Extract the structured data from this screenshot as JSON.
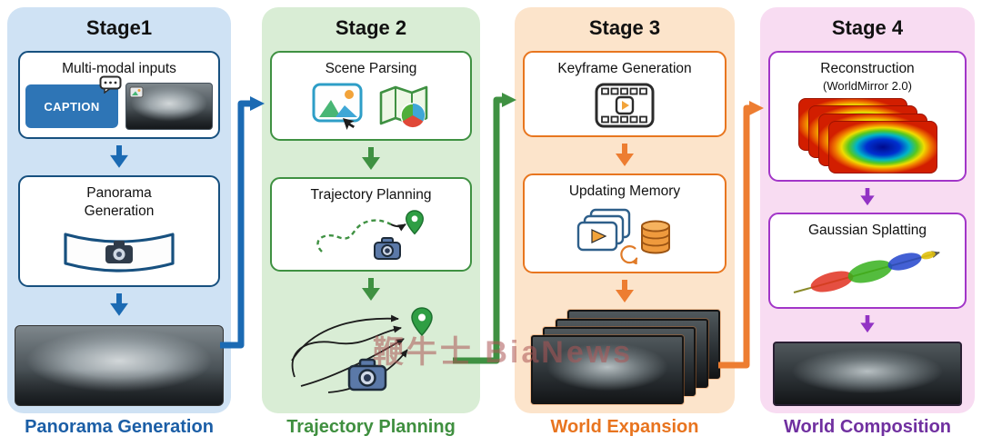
{
  "watermark": "鞭牛士 BiaNews",
  "stages": [
    {
      "title": "Stage1",
      "caption": "Panorama Generation",
      "accent": "#1b6ab3",
      "panel_bg": "#cfe2f4",
      "inputs_box": {
        "title": "Multi-modal inputs",
        "caption_label": "CAPTION"
      },
      "panorama_box": {
        "title": "Panorama Generation"
      }
    },
    {
      "title": "Stage 2",
      "caption": "Trajectory Planning",
      "accent": "#3f9142",
      "panel_bg": "#d9edd5",
      "scene_box": {
        "title": "Scene Parsing"
      },
      "trajectory_box": {
        "title": "Trajectory Planning"
      }
    },
    {
      "title": "Stage 3",
      "caption": "World Expansion",
      "accent": "#ed7d31",
      "panel_bg": "#fce4cb",
      "keyframe_box": {
        "title": "Keyframe Generation"
      },
      "memory_box": {
        "title": "Updating Memory"
      }
    },
    {
      "title": "Stage 4",
      "caption": "World Composition",
      "accent": "#9233c4",
      "panel_bg": "#f8dcf2",
      "reconstruction_box": {
        "title": "Reconstruction",
        "subtitle": "(WorldMirror 2.0)"
      },
      "gaussian_box": {
        "title": "Gaussian Splatting"
      }
    }
  ],
  "icons": {
    "speech_bubble": "chat-bubble-with-dots",
    "camera": "camera",
    "panorama": "curved-panorama-band-with-camera",
    "picture": "landscape-photo-with-cursor",
    "map": "folded-map-with-pie-chart",
    "location_pin": "map-pin",
    "film_strip": "film-frame-with-play-button",
    "frame_stack": "stacked-frames-with-play-button",
    "database": "database-cylinder-with-refresh-arrows",
    "heatmap_stack": "depth-heatmap-stack",
    "gaussian_blobs": "colored-gaussian-ellipses-along-arrow"
  }
}
